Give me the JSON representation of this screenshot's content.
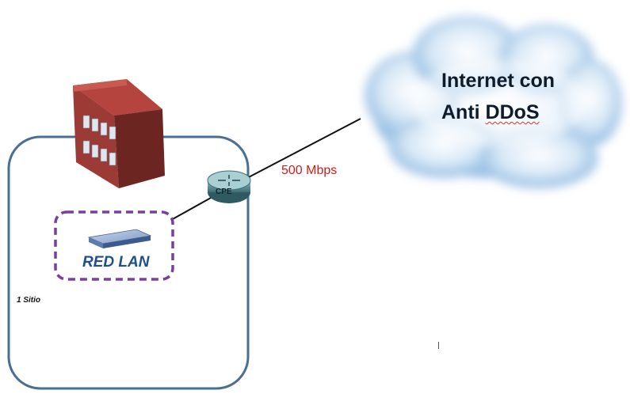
{
  "cloud": {
    "title_line1": "Internet con",
    "title_line2_a": "Anti ",
    "title_line2_b": "DDoS",
    "fill_color": "#bcd7ef",
    "icon": "cloud-icon"
  },
  "link": {
    "bandwidth": "500 Mbps",
    "label_color": "#d51a1a"
  },
  "router": {
    "label": "CPE",
    "icon": "router-icon"
  },
  "site": {
    "label": "1 Sitio",
    "boundary_color": "#4a6f93",
    "building_icon": "building-icon"
  },
  "lan": {
    "label": "RED LAN",
    "border_color": "#7a3ea1",
    "switch_icon": "switch-icon"
  }
}
